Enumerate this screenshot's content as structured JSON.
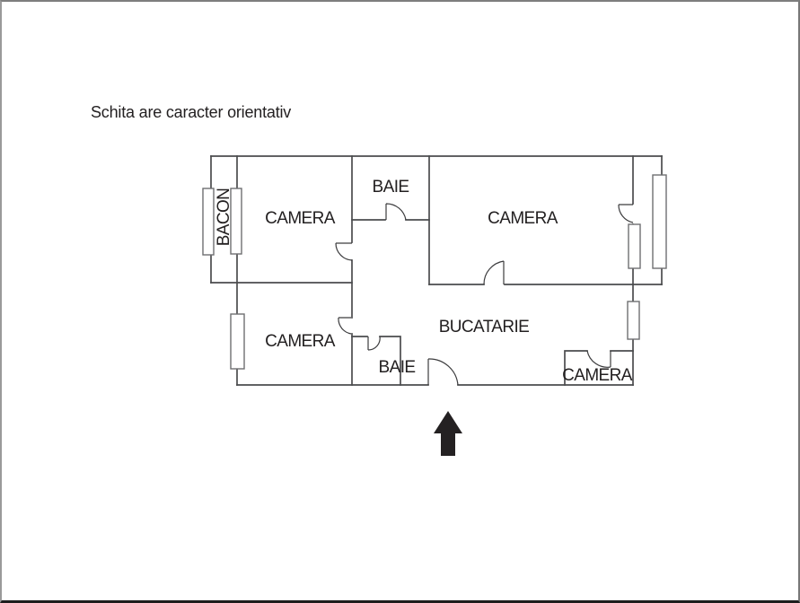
{
  "note": "Schita are caracter orientativ",
  "plan": {
    "rooms": [
      {
        "id": "balcony",
        "label": "BACON"
      },
      {
        "id": "camera-top-left",
        "label": "CAMERA"
      },
      {
        "id": "baie-top",
        "label": "BAIE"
      },
      {
        "id": "camera-top-right",
        "label": "CAMERA"
      },
      {
        "id": "camera-bottom-left",
        "label": "CAMERA"
      },
      {
        "id": "bucatarie",
        "label": "BUCATARIE"
      },
      {
        "id": "baie-bottom",
        "label": "BAIE"
      },
      {
        "id": "camera-bottom-right",
        "label": "CAMERA"
      }
    ],
    "north_arrow_direction": "up"
  },
  "colors": {
    "background": "#ffffff",
    "wall": "#4b4c4e",
    "door": "#3c3c3e",
    "window_stroke": "#6e6f71",
    "text": "#232021",
    "arrow": "#242122",
    "page_border_bottom": "#1d1d1d",
    "page_border_gray": "#7e7e7e"
  }
}
